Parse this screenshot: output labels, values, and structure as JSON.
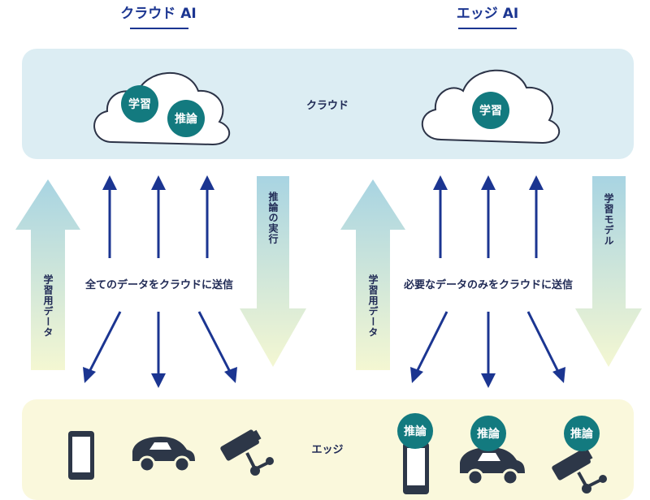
{
  "titles": {
    "cloud_ai": "クラウド AI",
    "edge_ai": "エッジ AI"
  },
  "layers": {
    "cloud": "クラウド",
    "edge": "エッジ"
  },
  "left": {
    "cloud_badges": [
      "学習",
      "推論"
    ],
    "up_arrow_label": "学習用データ",
    "down_arrow_label": "推論の実行",
    "center_label": "全てのデータをクラウドに送信"
  },
  "right": {
    "cloud_badges": [
      "学習"
    ],
    "up_arrow_label": "学習用データ",
    "down_arrow_label": "学習モデル",
    "center_label": "必要なデータのみをクラウドに送信",
    "device_badge": "推論"
  },
  "devices": [
    "smartphone-icon",
    "car-icon",
    "security-camera-icon"
  ],
  "colors": {
    "title_blue": "#1b3591",
    "arrow_navy": "#1b3591",
    "badge_teal": "#137a7f",
    "cloud_band": "#dcedf3",
    "edge_band": "#faf8dc",
    "icon_dark": "#2d3748",
    "grad_top": "#a8d4e2",
    "grad_bottom": "#f4f7d2"
  }
}
